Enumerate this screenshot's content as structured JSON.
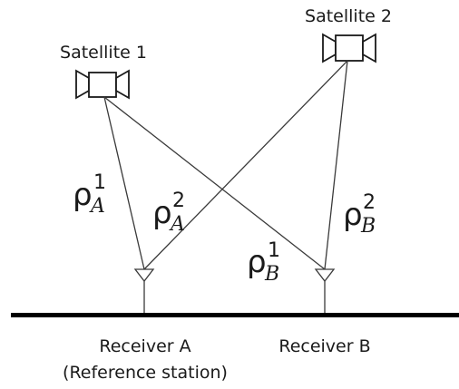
{
  "satellites": [
    {
      "label": "Satellite 1"
    },
    {
      "label": "Satellite 2"
    }
  ],
  "receivers": [
    {
      "label": "Receiver A",
      "sublabel": "(Reference station)"
    },
    {
      "label": "Receiver B"
    }
  ],
  "ranges": [
    {
      "symbol": "ρ",
      "sup": "1",
      "sub": "A"
    },
    {
      "symbol": "ρ",
      "sup": "2",
      "sub": "A"
    },
    {
      "symbol": "ρ",
      "sup": "1",
      "sub": "B"
    },
    {
      "symbol": "ρ",
      "sup": "2",
      "sub": "B"
    }
  ],
  "colors": {
    "line": "#3a3a3a",
    "ground": "#000000",
    "text": "#1a1a1a"
  }
}
